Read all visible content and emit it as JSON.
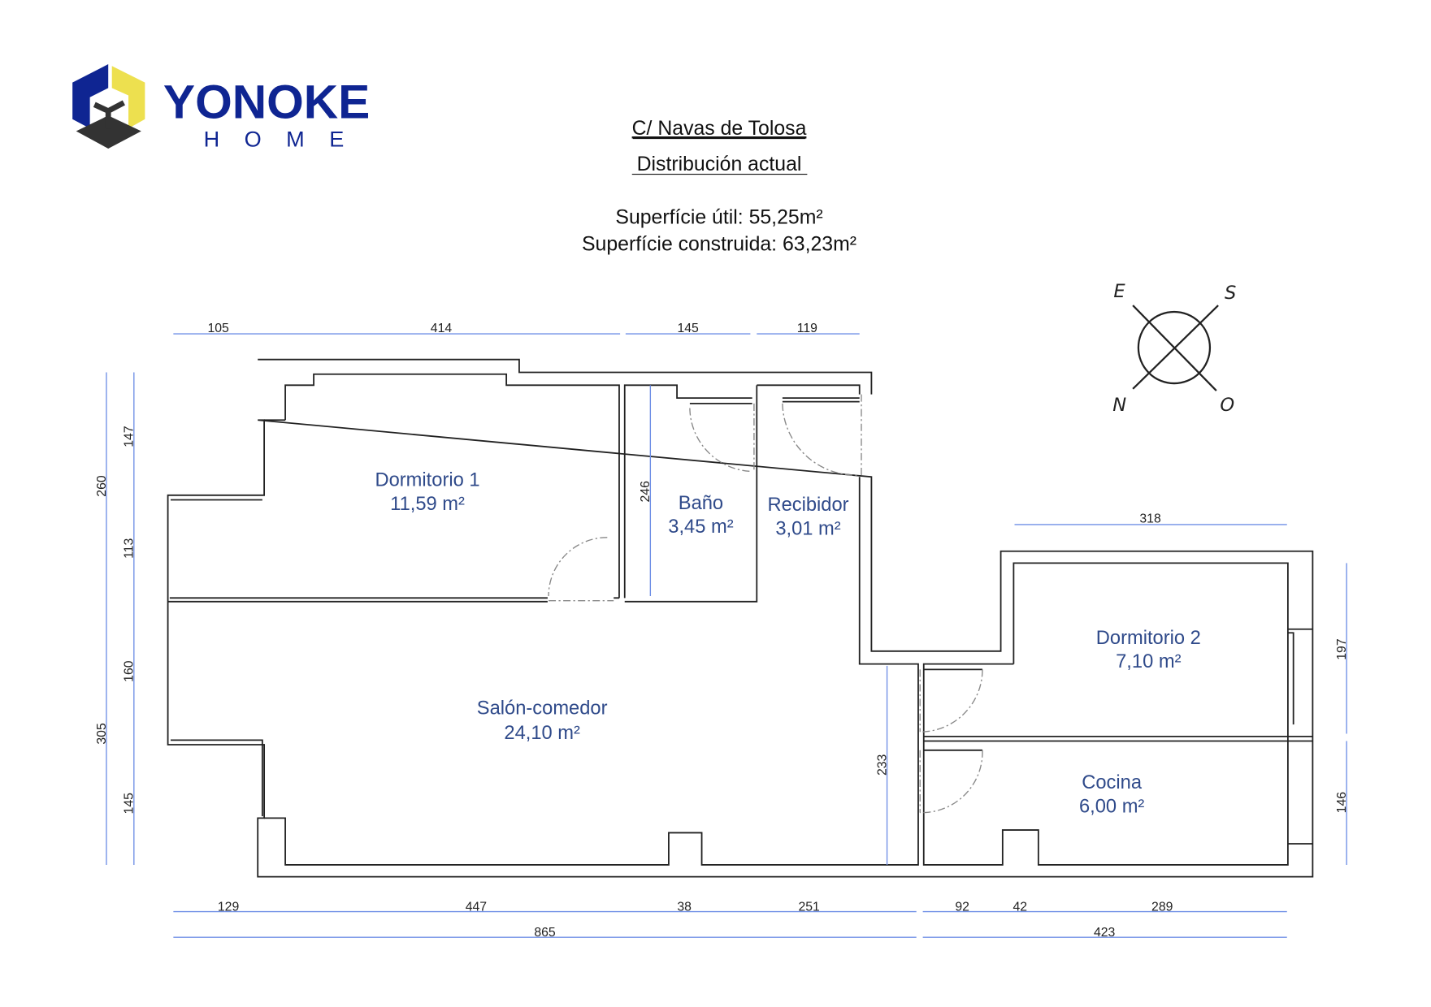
{
  "logo": {
    "brand": "YONOKE",
    "sub": "HOME",
    "colors": {
      "blue": "#0f2592",
      "yellow": "#ede04f",
      "dark": "#333333"
    }
  },
  "header": {
    "address": "C/ Navas de Tolosa",
    "subtitle": "Distribución actual",
    "useful_area": "Superfície útil: 55,25m²",
    "built_area": "Superfície construida: 63,23m²"
  },
  "compass": {
    "e": "E",
    "s": "S",
    "n": "N",
    "o": "O"
  },
  "rooms": [
    {
      "name": "Dormitorio 1",
      "area": "11,59 m²"
    },
    {
      "name": "Baño",
      "area": "3,45 m²"
    },
    {
      "name": "Recibidor",
      "area": "3,01 m²"
    },
    {
      "name": "Salón-comedor",
      "area": "24,10 m²"
    },
    {
      "name": "Dormitorio 2",
      "area": "7,10 m²"
    },
    {
      "name": "Cocina",
      "area": "6,00 m²"
    }
  ],
  "dims": {
    "top": [
      "105",
      "414",
      "145",
      "119"
    ],
    "kitchen_top": "318",
    "left_outer": [
      "260",
      "305"
    ],
    "left_inner": [
      "147",
      "113",
      "160",
      "145"
    ],
    "inner": [
      "246",
      "233"
    ],
    "right": [
      "197",
      "146"
    ],
    "bottom": [
      "129",
      "447",
      "38",
      "251",
      "92",
      "42",
      "289"
    ],
    "bottom_total": [
      "865",
      "423"
    ]
  },
  "colors": {
    "dimension": "#6f8fe6",
    "room_label": "#2f4a8a",
    "wall": "#222222"
  }
}
